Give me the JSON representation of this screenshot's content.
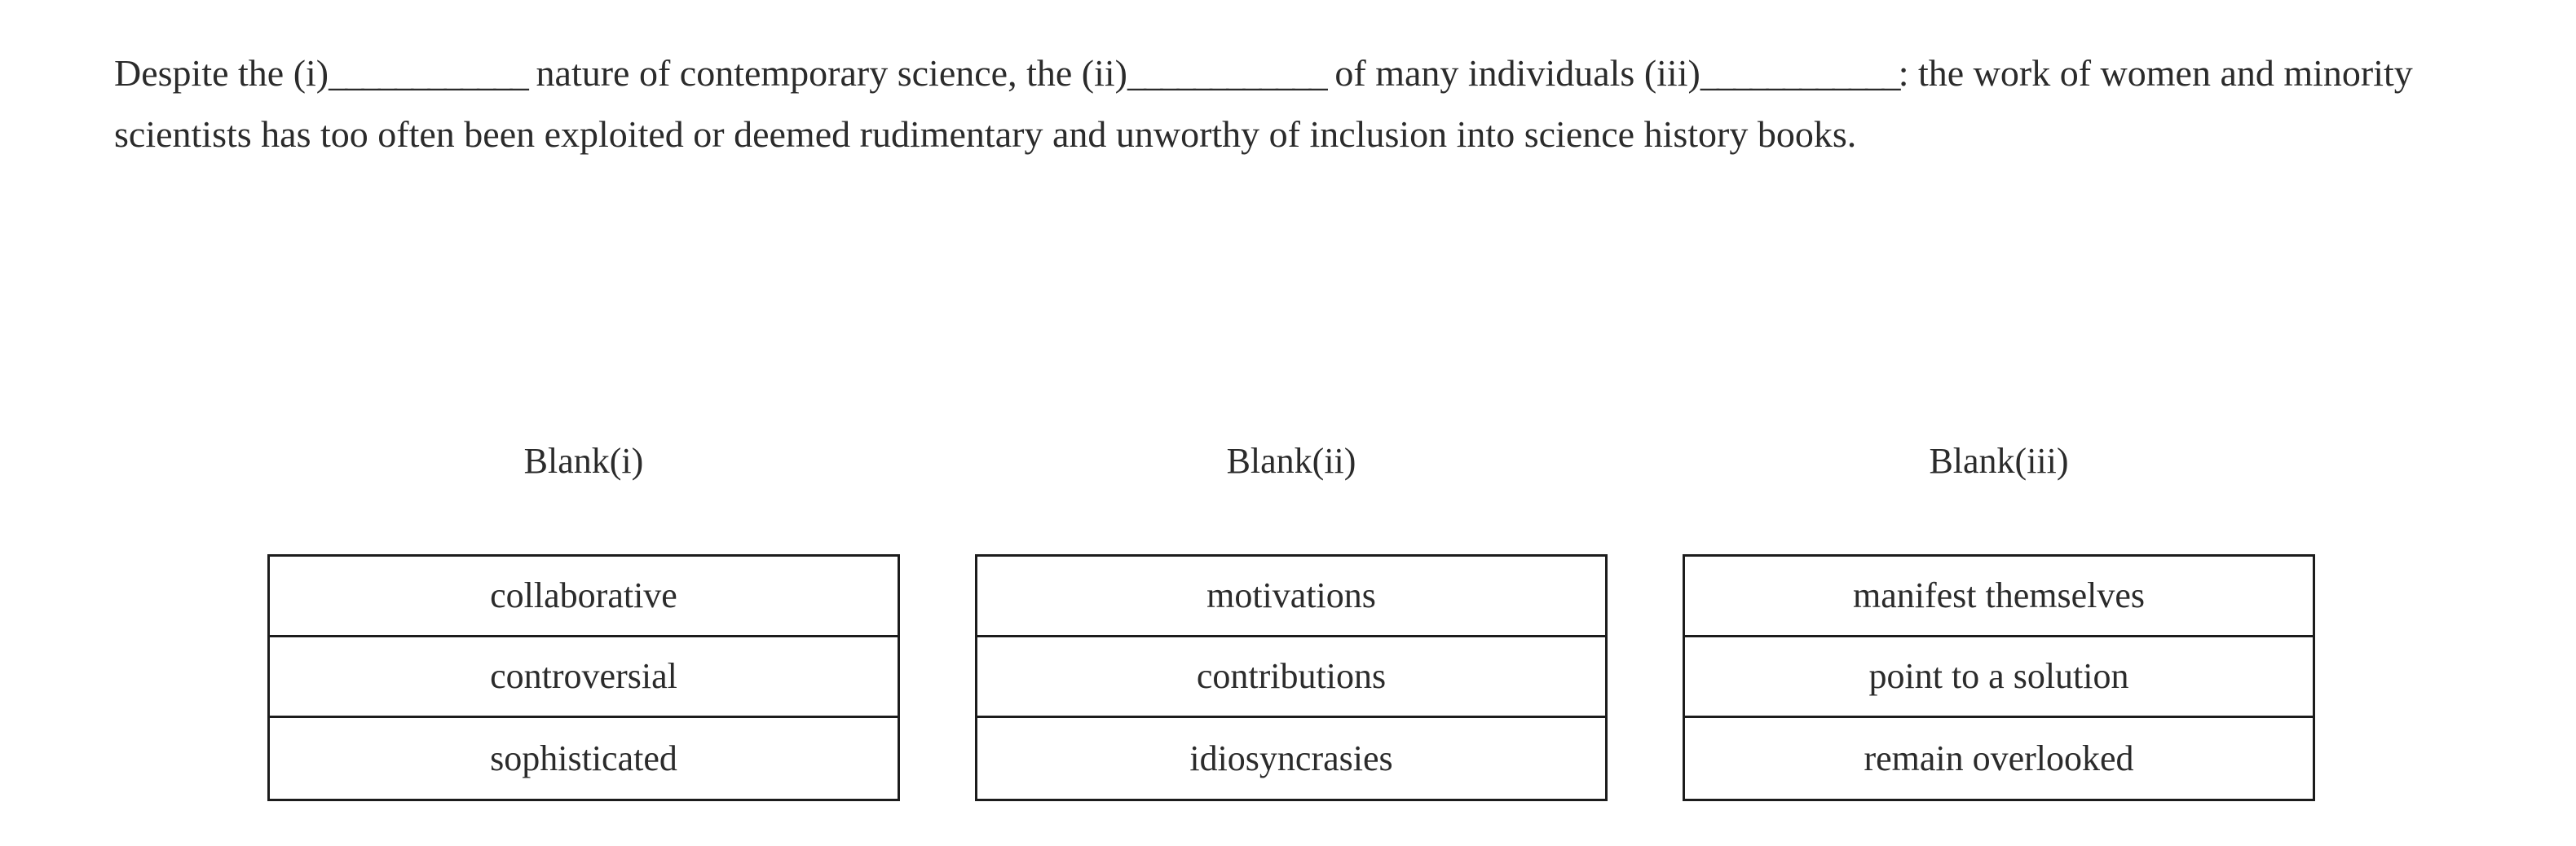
{
  "passage": {
    "segment_1": "Despite the (i)",
    "blank_1": "____________",
    "segment_2": " nature of contemporary science, the (ii)",
    "blank_2": "____________",
    "segment_3": " of many individuals (iii)",
    "blank_3": "____________",
    "segment_4": ": the work of women and minority scientists has too often been exploited or deemed rudimentary and unworthy of inclusion into science history books."
  },
  "columns": [
    {
      "header": "Blank(i)",
      "options": [
        "collaborative",
        "controversial",
        "sophisticated"
      ]
    },
    {
      "header": "Blank(ii)",
      "options": [
        "motivations",
        "contributions",
        "idiosyncrasies"
      ]
    },
    {
      "header": "Blank(iii)",
      "options": [
        "manifest themselves",
        "point to a solution",
        "remain overlooked"
      ]
    }
  ],
  "colors": {
    "text": "#2b2b2b",
    "border": "#1c1c1c",
    "background": "#ffffff"
  }
}
